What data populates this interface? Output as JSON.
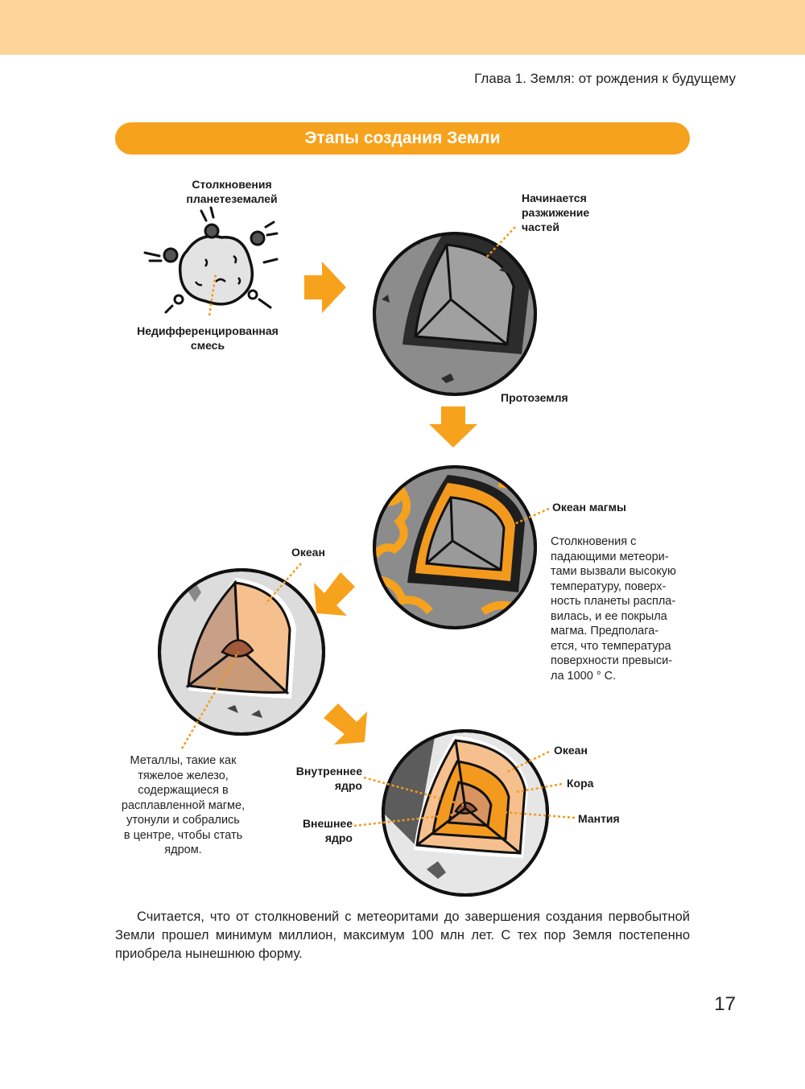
{
  "header": {
    "running_head": "Глава 1. Земля: от рождения к будущему"
  },
  "section_title": "Этапы создания Земли",
  "stages": {
    "planetesimals": {
      "collisions_label": "Столкновения\nпланетеземалей",
      "mixture_label": "Недифференцированная\nсмесь"
    },
    "protoearth": {
      "melting_label": "Начинается\nразжижение\nчастей",
      "name_label": "Протоземля"
    },
    "magma_ocean": {
      "label": "Океан магмы",
      "description": "Столкновения с\nпадающими метеори-\nтами вызвали высокую\nтемпературу, поверх-\nность планеты распла-\nвилась, и ее покрыла\nмагма. Предполага-\nется, что температура\nповерхности превыси-\nла 1000 ° С."
    },
    "ocean_stage": {
      "ocean_label": "Океан",
      "metals_note": "Металлы, такие как\nтяжелое железо,\nсодержащиеся в\nрасплавленной магме,\nутонули и собрались\nв центре, чтобы стать\nядром."
    },
    "final_earth": {
      "inner_core_label": "Внутреннее\nядро",
      "outer_core_label": "Внешнее\nядро",
      "ocean_label": "Океан",
      "crust_label": "Кора",
      "mantle_label": "Мантия"
    }
  },
  "colors": {
    "accent": "#f7a21c",
    "band": "#fdd59a",
    "leader": "#f39a1e"
  },
  "body_text": "Считается, что от столкновений с метеоритами до завершения создания первобытной Земли прошел минимум миллион, максимум 100 млн лет. С тех пор Земля постепенно приобрела нынешнюю форму.",
  "page_number": "17"
}
